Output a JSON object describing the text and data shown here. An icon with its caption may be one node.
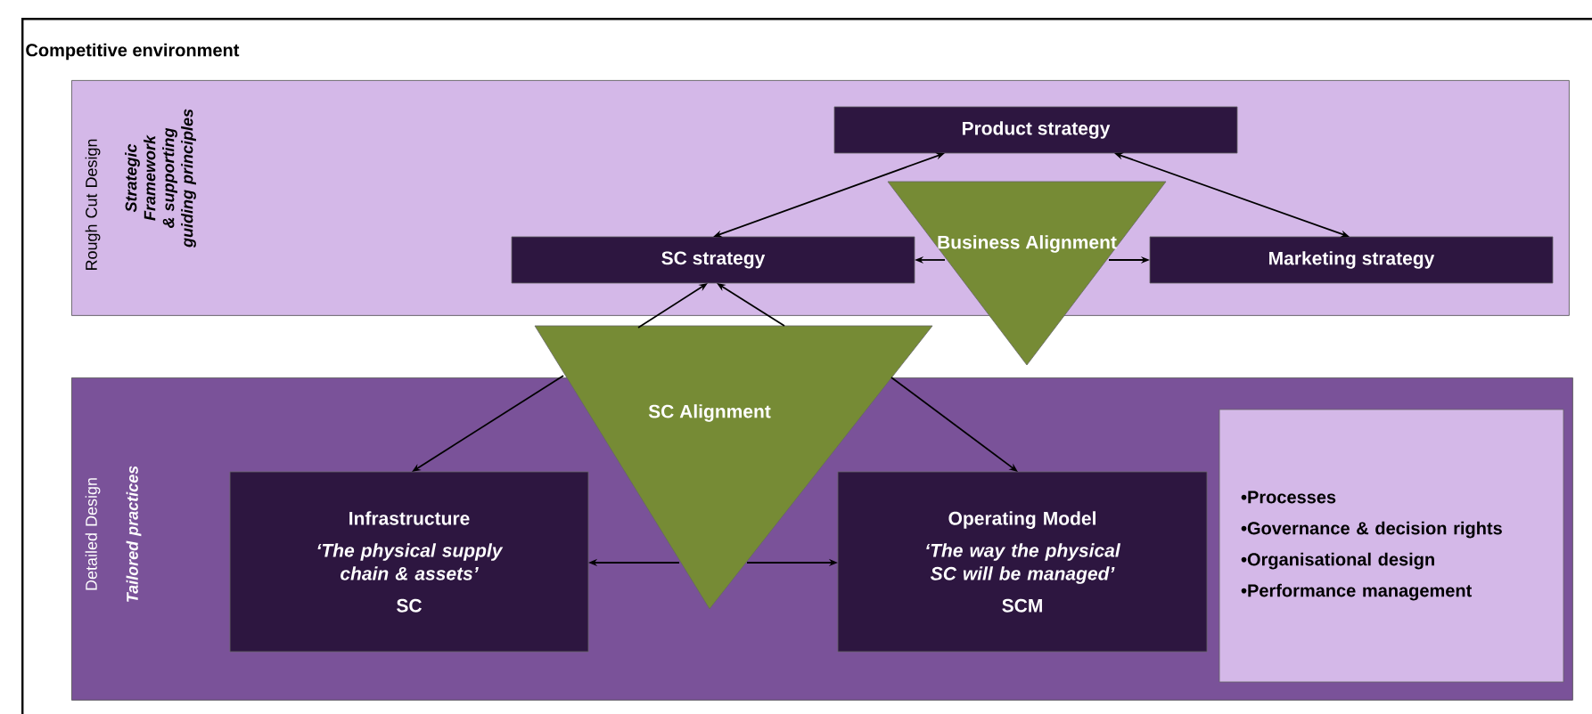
{
  "diagram": {
    "nodes": [
      {
        "text": [
          "Competitive environment"
        ]
      },
      {
        "text": [
          "Rough Cut Design",
          "Strategic Framework & supporting guiding principles"
        ],
        "in": 0
      },
      {
        "text": [
          "Product strategy"
        ],
        "in": 1
      },
      {
        "text": [
          "SC  strategy"
        ],
        "in": 1
      },
      {
        "text": [
          "Business Alignment"
        ],
        "in": 0
      },
      {
        "text": [
          "Marketing strategy"
        ],
        "in": 1
      },
      {
        "text": [
          "SC Alignment"
        ],
        "in": 0
      },
      {
        "text": [
          "Detailed Design",
          "Tailored practices"
        ],
        "in": 0
      },
      {
        "text": [
          "Infrastructure",
          "‘The physical supply chain & assets’",
          "SC"
        ],
        "in": 7
      },
      {
        "text": [
          "Operating Model",
          "‘The way the physical SC will be managed’",
          "SCM"
        ],
        "in": 7
      },
      {
        "text": [
          "•Processes",
          "•Governance & decision rights",
          "•Organisational design",
          "•Performance management"
        ],
        "in": 7
      }
    ],
    "edges": [
      {
        "from": 2,
        "to": 3,
        "arrow": "both"
      },
      {
        "from": 2,
        "to": 5,
        "arrow": "both"
      },
      {
        "from": 4,
        "to": 3,
        "arrow": "to"
      },
      {
        "from": 4,
        "to": 5,
        "arrow": "to"
      },
      {
        "from": 6,
        "to": 3,
        "arrow": "to"
      },
      {
        "from": 6,
        "to": 3,
        "arrow": "to"
      },
      {
        "from": 6,
        "to": 8,
        "arrow": "to"
      },
      {
        "from": 6,
        "to": 9,
        "arrow": "to"
      },
      {
        "from": 6,
        "to": 8,
        "arrow": "to"
      },
      {
        "from": 6,
        "to": 9,
        "arrow": "to"
      }
    ]
  }
}
